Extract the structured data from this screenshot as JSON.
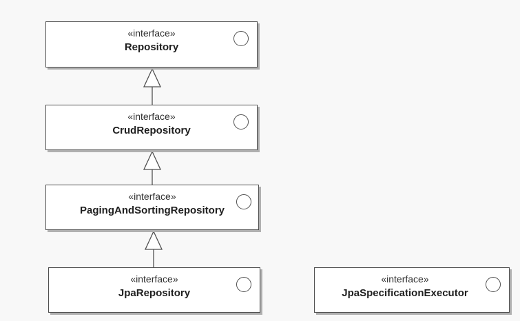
{
  "diagram": {
    "nodes": [
      {
        "id": "repository",
        "stereotype": "«interface»",
        "name": "Repository"
      },
      {
        "id": "crud-repository",
        "stereotype": "«interface»",
        "name": "CrudRepository"
      },
      {
        "id": "paging-and-sorting-repository",
        "stereotype": "«interface»",
        "name": "PagingAndSortingRepository"
      },
      {
        "id": "jpa-repository",
        "stereotype": "«interface»",
        "name": "JpaRepository"
      },
      {
        "id": "jpa-specification-executor",
        "stereotype": "«interface»",
        "name": "JpaSpecificationExecutor"
      }
    ],
    "edges": [
      {
        "from": "crud-repository",
        "to": "repository",
        "type": "generalization"
      },
      {
        "from": "paging-and-sorting-repository",
        "to": "crud-repository",
        "type": "generalization"
      },
      {
        "from": "jpa-repository",
        "to": "paging-and-sorting-repository",
        "type": "generalization"
      }
    ],
    "colors": {
      "background": "#f8f8f8",
      "box_fill": "#ffffff",
      "stroke": "#505050",
      "shadow": "#b0b0b0"
    }
  }
}
